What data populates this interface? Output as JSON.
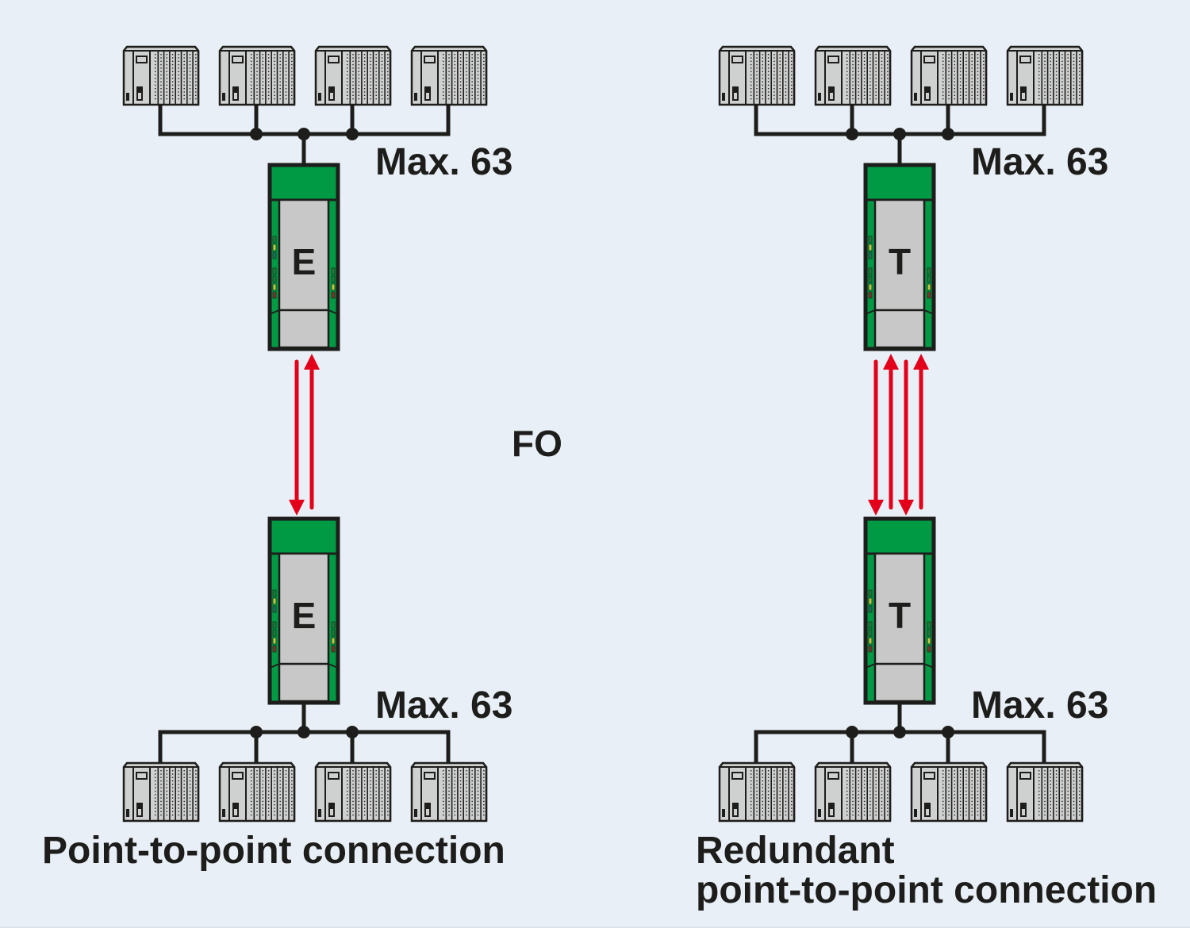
{
  "diagram": {
    "medium_label": "FO",
    "colors": {
      "background": "#e9eff6",
      "module_green": "#009a44",
      "module_body": "#c8c8c8",
      "outline": "#1d1d1b",
      "fiber_red": "#e2001a",
      "plc_body": "#cfd0d0"
    },
    "topologies": [
      {
        "id": "point-to-point",
        "caption_lines": [
          "Point-to-point connection"
        ],
        "module_letter_top": "E",
        "module_letter_bottom": "E",
        "fiber_pairs": 1,
        "top_bus": {
          "label": "Max. 63",
          "devices": 4
        },
        "bottom_bus": {
          "label": "Max. 63",
          "devices": 4
        }
      },
      {
        "id": "redundant-point-to-point",
        "caption_lines": [
          "Redundant",
          "point-to-point connection"
        ],
        "module_letter_top": "T",
        "module_letter_bottom": "T",
        "fiber_pairs": 2,
        "top_bus": {
          "label": "Max. 63",
          "devices": 4
        },
        "bottom_bus": {
          "label": "Max. 63",
          "devices": 4
        }
      }
    ]
  }
}
